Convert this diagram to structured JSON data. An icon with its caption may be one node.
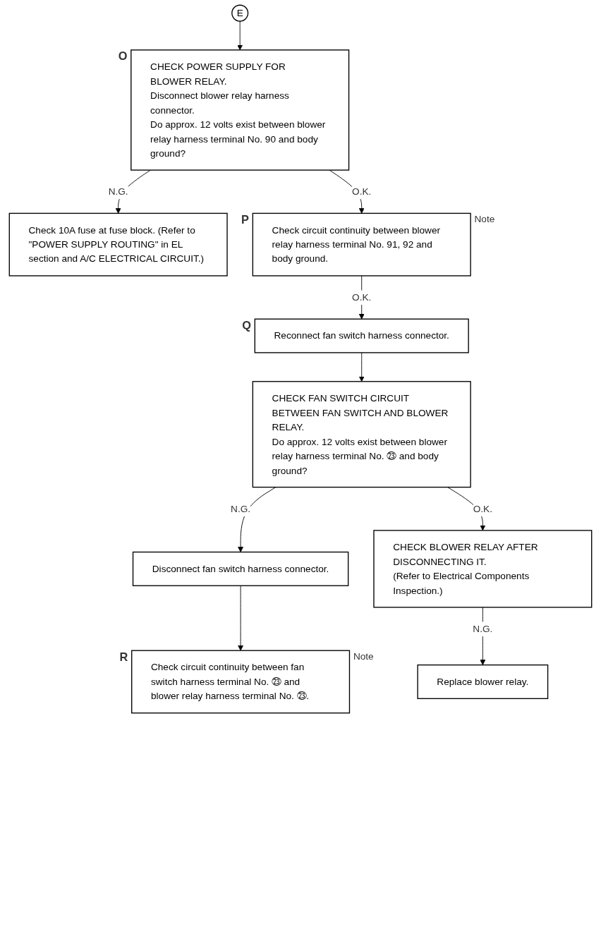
{
  "diagram": {
    "nodes": [
      {
        "text": [
          "E"
        ]
      },
      {
        "text": [
          "CHECK POWER SUPPLY FOR BLOWER RELAY.",
          "Disconnect blower relay harness connector.",
          "Do approx. 12 volts exist between blower relay harness terminal No. 90 and body ground?"
        ],
        "beside": [
          "O"
        ]
      },
      {
        "text": [
          "Check 10A fuse at fuse block. (Refer to \"POWER SUPPLY ROUTING\" in EL section and A/C ELECTRICAL CIRCUIT.)"
        ]
      },
      {
        "text": [
          "Check circuit continuity between blower relay harness terminal No. 91, 92 and body ground."
        ],
        "beside": [
          "P",
          "Note"
        ]
      },
      {
        "text": [
          "Reconnect fan switch harness connector."
        ],
        "beside": [
          "Q"
        ]
      },
      {
        "text": [
          "CHECK FAN SWITCH CIRCUIT BETWEEN FAN SWITCH AND BLOWER RELAY.",
          "Do approx. 12 volts exist between blower relay harness terminal No. ㉓ and body ground?"
        ]
      },
      {
        "text": [
          "Disconnect fan switch harness connector."
        ]
      },
      {
        "text": [
          "Check circuit continuity between fan switch harness terminal No. ㉓ and blower relay harness terminal No. ㉓."
        ],
        "beside": [
          "R",
          "Note"
        ]
      },
      {
        "text": [
          "CHECK BLOWER RELAY AFTER DISCONNECTING IT.",
          "(Refer to Electrical Components Inspection.)"
        ]
      },
      {
        "text": [
          "Replace blower relay."
        ]
      }
    ],
    "edges": [
      {
        "from": 0,
        "to": 1,
        "arrow": "to"
      },
      {
        "from": 1,
        "to": 2,
        "arrow": "to",
        "label": "N.G."
      },
      {
        "from": 1,
        "to": 3,
        "arrow": "to",
        "label": "O.K."
      },
      {
        "from": 3,
        "to": 4,
        "arrow": "to",
        "label": "O.K."
      },
      {
        "from": 4,
        "to": 5,
        "arrow": "to"
      },
      {
        "from": 5,
        "to": 6,
        "arrow": "to",
        "label": "N.G."
      },
      {
        "from": 6,
        "to": 7,
        "arrow": "to"
      },
      {
        "from": 5,
        "to": 8,
        "arrow": "to",
        "label": "O.K."
      },
      {
        "from": 8,
        "to": 9,
        "arrow": "to",
        "label": "N.G."
      }
    ]
  }
}
